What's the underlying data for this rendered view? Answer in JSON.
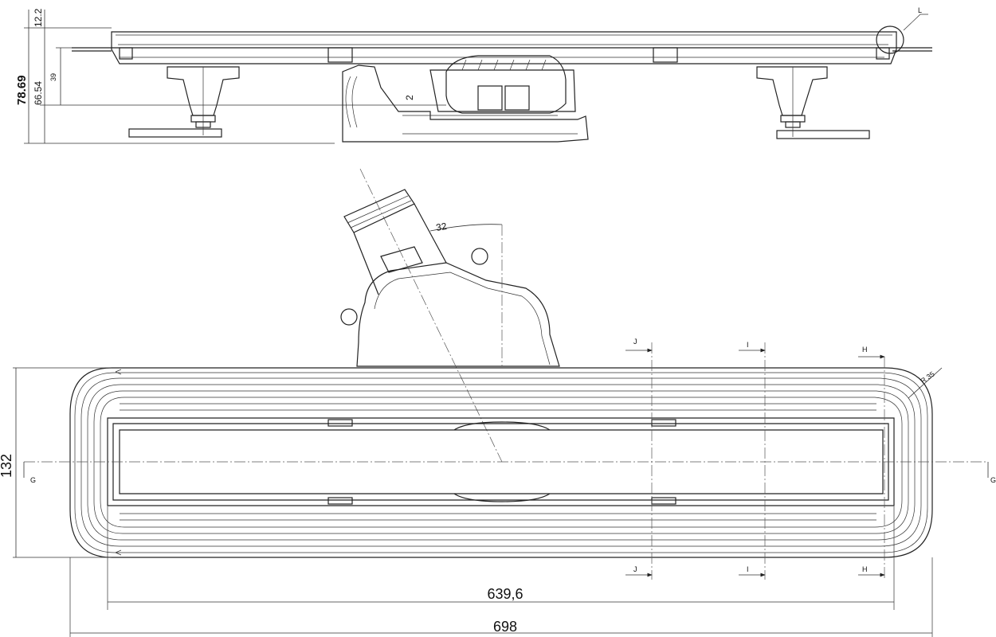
{
  "dimensions": {
    "d_12_2": "12.2",
    "d_78_69": "78.69",
    "d_66_54": "66.54",
    "d_39": "39",
    "d_2": "2",
    "d_32": "32",
    "d_132": "132",
    "d_639_6": "639,6",
    "d_698": "698",
    "d_r35": "R 35"
  },
  "sections": {
    "detail_l": "L",
    "g_left": "G",
    "g_right": "G",
    "j_top": "J",
    "j_bottom": "J",
    "i_top": "I",
    "i_bottom": "I",
    "h_top": "H",
    "h_bottom": "H"
  }
}
